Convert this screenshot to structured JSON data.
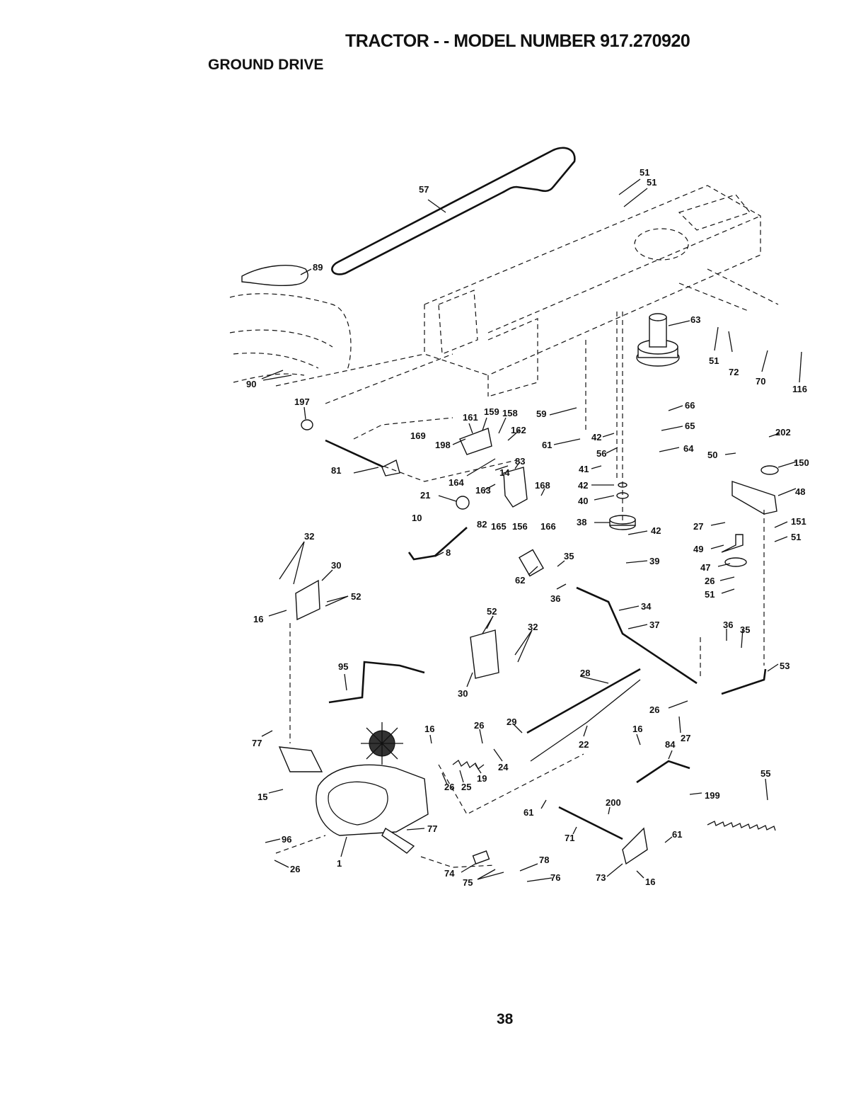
{
  "header": {
    "title": "TRACTOR - - MODEL NUMBER 917.270920",
    "section": "GROUND DRIVE"
  },
  "footer": {
    "page_number": "38"
  },
  "callouts": [
    "57",
    "51",
    "51",
    "89",
    "63",
    "51",
    "72",
    "70",
    "116",
    "90",
    "197",
    "161",
    "159",
    "158",
    "59",
    "66",
    "65",
    "64",
    "169",
    "198",
    "162",
    "61",
    "42",
    "56",
    "202",
    "150",
    "81",
    "164",
    "14",
    "83",
    "41",
    "42",
    "50",
    "48",
    "40",
    "168",
    "21",
    "163",
    "38",
    "42",
    "27",
    "151",
    "51",
    "10",
    "82",
    "165",
    "156",
    "166",
    "49",
    "47",
    "26",
    "51",
    "8",
    "35",
    "39",
    "62",
    "36",
    "32",
    "30",
    "52",
    "16",
    "34",
    "37",
    "52",
    "32",
    "36",
    "35",
    "95",
    "30",
    "53",
    "28",
    "26",
    "27",
    "29",
    "16",
    "26",
    "22",
    "24",
    "16",
    "84",
    "77",
    "19",
    "25",
    "26",
    "55",
    "15",
    "199",
    "200",
    "61",
    "61",
    "77",
    "96",
    "71",
    "1",
    "78",
    "26",
    "74",
    "75",
    "76",
    "73",
    "16"
  ]
}
